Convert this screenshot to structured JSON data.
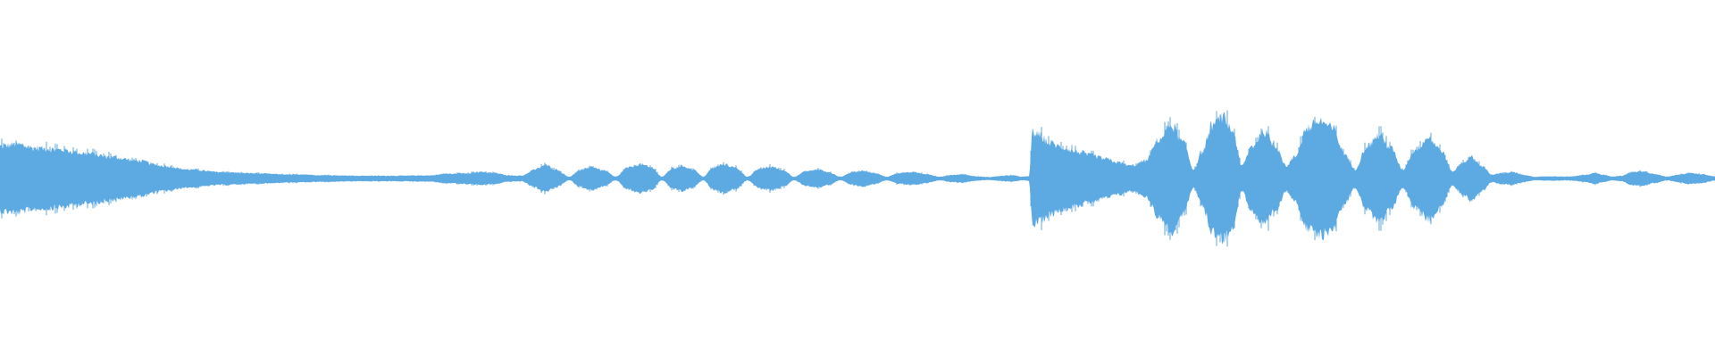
{
  "waveform": {
    "color": "#5DA9E2",
    "background": "#FFFFFF",
    "amplitude_envelope": [
      [
        0.0,
        0.18
      ],
      [
        0.01,
        0.19
      ],
      [
        0.02,
        0.17
      ],
      [
        0.035,
        0.16
      ],
      [
        0.05,
        0.14
      ],
      [
        0.065,
        0.12
      ],
      [
        0.08,
        0.1
      ],
      [
        0.095,
        0.07
      ],
      [
        0.11,
        0.05
      ],
      [
        0.13,
        0.035
      ],
      [
        0.15,
        0.028
      ],
      [
        0.17,
        0.022
      ],
      [
        0.19,
        0.018
      ],
      [
        0.21,
        0.015
      ],
      [
        0.23,
        0.015
      ],
      [
        0.25,
        0.017
      ],
      [
        0.262,
        0.026
      ],
      [
        0.272,
        0.03
      ],
      [
        0.28,
        0.035
      ],
      [
        0.289,
        0.03
      ],
      [
        0.296,
        0.018
      ],
      [
        0.304,
        0.015
      ],
      [
        0.312,
        0.05
      ],
      [
        0.318,
        0.075
      ],
      [
        0.324,
        0.05
      ],
      [
        0.332,
        0.01
      ],
      [
        0.338,
        0.045
      ],
      [
        0.345,
        0.065
      ],
      [
        0.352,
        0.045
      ],
      [
        0.359,
        0.01
      ],
      [
        0.366,
        0.06
      ],
      [
        0.373,
        0.08
      ],
      [
        0.38,
        0.06
      ],
      [
        0.386,
        0.01
      ],
      [
        0.392,
        0.055
      ],
      [
        0.398,
        0.07
      ],
      [
        0.404,
        0.05
      ],
      [
        0.41,
        0.01
      ],
      [
        0.416,
        0.06
      ],
      [
        0.422,
        0.08
      ],
      [
        0.429,
        0.06
      ],
      [
        0.436,
        0.01
      ],
      [
        0.443,
        0.055
      ],
      [
        0.45,
        0.065
      ],
      [
        0.457,
        0.045
      ],
      [
        0.463,
        0.01
      ],
      [
        0.47,
        0.04
      ],
      [
        0.477,
        0.05
      ],
      [
        0.483,
        0.035
      ],
      [
        0.49,
        0.01
      ],
      [
        0.497,
        0.035
      ],
      [
        0.503,
        0.045
      ],
      [
        0.51,
        0.03
      ],
      [
        0.517,
        0.01
      ],
      [
        0.524,
        0.03
      ],
      [
        0.532,
        0.035
      ],
      [
        0.54,
        0.025
      ],
      [
        0.548,
        0.01
      ],
      [
        0.555,
        0.02
      ],
      [
        0.562,
        0.022
      ],
      [
        0.569,
        0.012
      ],
      [
        0.576,
        0.008
      ],
      [
        0.584,
        0.014
      ],
      [
        0.59,
        0.018
      ],
      [
        0.596,
        0.01
      ],
      [
        0.6,
        0.012
      ],
      [
        0.602,
        0.26
      ],
      [
        0.606,
        0.24
      ],
      [
        0.612,
        0.2
      ],
      [
        0.62,
        0.17
      ],
      [
        0.628,
        0.15
      ],
      [
        0.636,
        0.13
      ],
      [
        0.644,
        0.11
      ],
      [
        0.652,
        0.09
      ],
      [
        0.66,
        0.07
      ],
      [
        0.668,
        0.1
      ],
      [
        0.676,
        0.22
      ],
      [
        0.683,
        0.3
      ],
      [
        0.69,
        0.2
      ],
      [
        0.696,
        0.05
      ],
      [
        0.701,
        0.15
      ],
      [
        0.707,
        0.3
      ],
      [
        0.713,
        0.34
      ],
      [
        0.719,
        0.26
      ],
      [
        0.724,
        0.07
      ],
      [
        0.73,
        0.18
      ],
      [
        0.737,
        0.26
      ],
      [
        0.744,
        0.18
      ],
      [
        0.75,
        0.07
      ],
      [
        0.755,
        0.12
      ],
      [
        0.762,
        0.28
      ],
      [
        0.77,
        0.32
      ],
      [
        0.777,
        0.28
      ],
      [
        0.784,
        0.14
      ],
      [
        0.79,
        0.05
      ],
      [
        0.797,
        0.18
      ],
      [
        0.804,
        0.24
      ],
      [
        0.811,
        0.17
      ],
      [
        0.818,
        0.05
      ],
      [
        0.825,
        0.16
      ],
      [
        0.833,
        0.23
      ],
      [
        0.84,
        0.16
      ],
      [
        0.847,
        0.04
      ],
      [
        0.853,
        0.09
      ],
      [
        0.858,
        0.12
      ],
      [
        0.864,
        0.07
      ],
      [
        0.87,
        0.02
      ],
      [
        0.875,
        0.03
      ],
      [
        0.882,
        0.035
      ],
      [
        0.888,
        0.02
      ],
      [
        0.895,
        0.01
      ],
      [
        0.905,
        0.012
      ],
      [
        0.915,
        0.01
      ],
      [
        0.925,
        0.02
      ],
      [
        0.93,
        0.03
      ],
      [
        0.935,
        0.02
      ],
      [
        0.94,
        0.01
      ],
      [
        0.945,
        0.014
      ],
      [
        0.952,
        0.036
      ],
      [
        0.958,
        0.04
      ],
      [
        0.965,
        0.025
      ],
      [
        0.972,
        0.01
      ],
      [
        0.978,
        0.02
      ],
      [
        0.985,
        0.03
      ],
      [
        0.992,
        0.025
      ],
      [
        1.0,
        0.012
      ]
    ]
  }
}
